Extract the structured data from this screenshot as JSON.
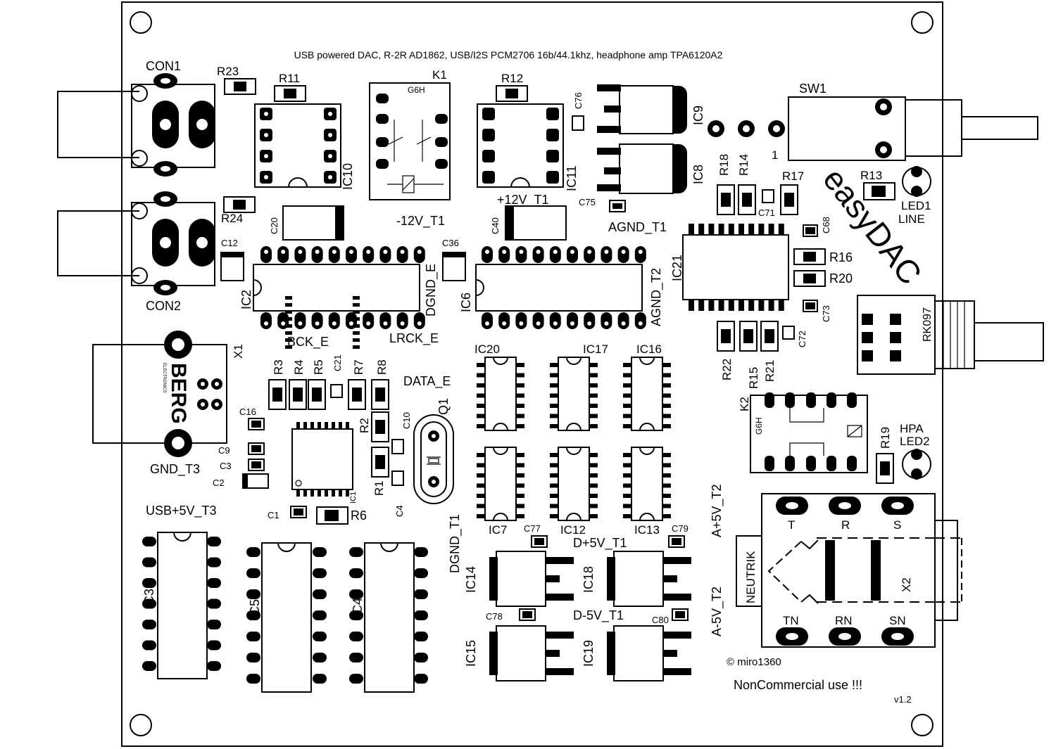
{
  "board": {
    "title": "USB powered DAC, R-2R AD1862, USB/I2S PCM2706 16b/44.1khz, headphone amp TPA6120A2",
    "brand": "easyDAC",
    "copyright": "© miro1360",
    "license": "NonCommercial use !!!",
    "version": "v1.2"
  },
  "connectors": {
    "con1": "CON1",
    "con2": "CON2",
    "x1": "X1",
    "x2": "X2",
    "berg": "BERG",
    "berg_sub": "ELECTRONICS",
    "neutrik": "NEUTRIK",
    "jack_pins": [
      "T",
      "R",
      "S",
      "TN",
      "RN",
      "SN"
    ],
    "sw1": "SW1",
    "sw1_pin": "1",
    "rk097": "RK097"
  },
  "ics": {
    "ic2": "IC2",
    "ic3": "IC3",
    "ic4": "IC4",
    "ic5": "IC5",
    "ic6": "IC6",
    "ic7": "IC7",
    "ic8": "IC8",
    "ic9": "IC9",
    "ic10": "IC10",
    "ic11": "IC11",
    "ic12": "IC12",
    "ic13": "IC13",
    "ic14": "IC14",
    "ic15": "IC15",
    "ic16": "IC16",
    "ic17": "IC17",
    "ic18": "IC18",
    "ic19": "IC19",
    "ic20": "IC20",
    "ic21": "IC21",
    "ic1": "IC1",
    "k1": "K1",
    "k2": "K2",
    "g6h": "G6H",
    "q1": "Q1"
  },
  "resistors": {
    "r1": "R1",
    "r2": "R2",
    "r3": "R3",
    "r4": "R4",
    "r5": "R5",
    "r6": "R6",
    "r7": "R7",
    "r8": "R8",
    "r11": "R11",
    "r12": "R12",
    "r13": "R13",
    "r14": "R14",
    "r15": "R15",
    "r16": "R16",
    "r17": "R17",
    "r18": "R18",
    "r19": "R19",
    "r20": "R20",
    "r21": "R21",
    "r22": "R22",
    "r23": "R23",
    "r24": "R24"
  },
  "capacitors": {
    "c1": "C1",
    "c2": "C2",
    "c3": "C3",
    "c4": "C4",
    "c9": "C9",
    "c10": "C10",
    "c12": "C12",
    "c16": "C16",
    "c20": "C20",
    "c21": "C21",
    "c36": "C36",
    "c40": "C40",
    "c68": "C68",
    "c71": "C71",
    "c72": "C72",
    "c73": "C73",
    "c75": "C75",
    "c76": "C76",
    "c77": "C77",
    "c78": "C78",
    "c79": "C79",
    "c80": "C80"
  },
  "nets": {
    "minus12v_t1": "-12V_T1",
    "plus12v_t1": "+12V_T1",
    "agnd_t1": "AGND_T1",
    "agnd_t2": "AGND_T2",
    "dgnd_e": "DGND_E",
    "bck_e": "BCK_E",
    "lrck_e": "LRCK_E",
    "data_e": "DATA_E",
    "gnd_t3": "GND_T3",
    "usb5v_t3": "USB+5V_T3",
    "dgnd_t1": "DGND_T1",
    "dplus5v_t1": "D+5V_T1",
    "dminus5v_t1": "D-5V_T1",
    "aplus5v_t2": "A+5V_T2",
    "aminus5v_t2": "A-5V_T2"
  },
  "leds": {
    "led1": "LED1",
    "line": "LINE",
    "led2": "LED2",
    "hpa": "HPA"
  }
}
